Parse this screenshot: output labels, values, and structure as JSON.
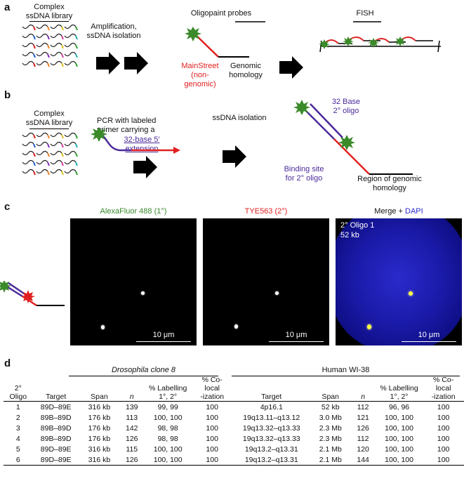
{
  "panel_a": {
    "label": "a",
    "library": "Complex\nssDNA library",
    "step1": "Amplification,\nssDNA isolation",
    "probes_title": "Oligopaint probes",
    "mainstreet": "MainStreet\n(non-genomic)",
    "genomic": "Genomic\nhomology",
    "fish": "FISH"
  },
  "panel_b": {
    "label": "b",
    "library": "Complex\nssDNA library",
    "pcr": "PCR with labeled\nprimer carrying a",
    "extension": "32-base 5′\nextension",
    "ssdna": "ssDNA isolation",
    "oligo32": "32 Base\n2° oligo",
    "binding": "Binding site\nfor 2° oligo",
    "region": "Region of genomic\nhomology"
  },
  "panel_c": {
    "label": "c",
    "title1": "AlexaFluor 488 (1°)",
    "title2": "TYE563 (2°)",
    "title3_prefix": "Merge + ",
    "title3_dapi": "DAPI",
    "overlay": "2° Oligo 1\n52 kb",
    "scale": "10 μm"
  },
  "panel_d": {
    "label": "d",
    "group1": "Drosophila clone 8",
    "group2": "Human WI-38",
    "columns": [
      "2° Oligo",
      "Target",
      "Span",
      "n",
      "% Labelling\n1°, 2°",
      "% Co-local\n-ization",
      "Target",
      "Span",
      "n",
      "% Labelling\n1°, 2°",
      "% Co-local\n-ization"
    ],
    "rows": [
      [
        "1",
        "89D–89E",
        "316 kb",
        "139",
        "99, 99",
        "100",
        "4p16.1",
        "52 kb",
        "112",
        "96, 96",
        "100"
      ],
      [
        "2",
        "89B–89D",
        "176 kb",
        "113",
        "100, 100",
        "100",
        "19q13.11–q13.12",
        "3.0 Mb",
        "121",
        "100, 100",
        "100"
      ],
      [
        "3",
        "89B–89D",
        "176 kb",
        "142",
        "98, 98",
        "100",
        "19q13.32–q13.33",
        "2.3 Mb",
        "126",
        "100, 100",
        "100"
      ],
      [
        "4",
        "89B–89D",
        "176 kb",
        "126",
        "98, 98",
        "100",
        "19q13.32–q13.33",
        "2.3 Mb",
        "112",
        "100, 100",
        "100"
      ],
      [
        "5",
        "89D–89E",
        "316 kb",
        "115",
        "100, 100",
        "100",
        "19q13.2–q13.31",
        "2.1 Mb",
        "120",
        "100, 100",
        "100"
      ],
      [
        "6",
        "89D–89E",
        "316 kb",
        "126",
        "100, 100",
        "100",
        "19q13.2–q13.31",
        "2.1 Mb",
        "144",
        "100, 100",
        "100"
      ]
    ]
  },
  "colors": {
    "red": "#e02020",
    "purple": "#4a2a9a",
    "green": "#3a8a2a",
    "dapi": "#1a1aa8"
  }
}
